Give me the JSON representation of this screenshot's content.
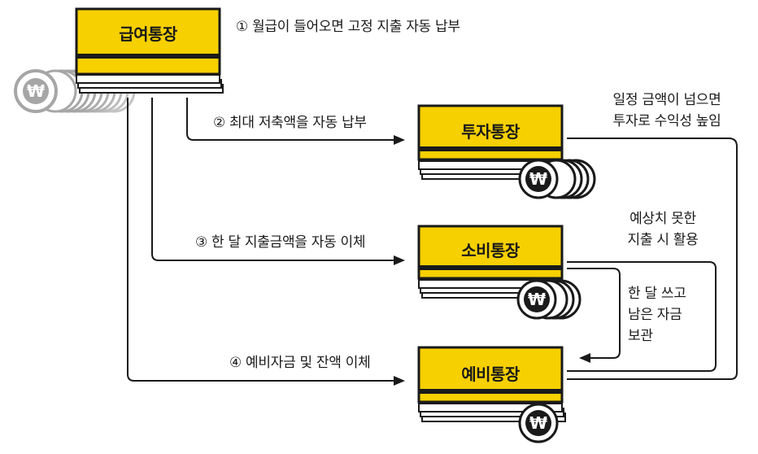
{
  "accounts": {
    "salary": "급여통장",
    "invest": "투자통장",
    "spend": "소비통장",
    "reserve": "예비통장"
  },
  "steps": {
    "s1": "① 월급이 들어오면 고정 지출 자동 납부",
    "s2": "② 최대 저축액을 자동 납부",
    "s3": "③ 한 달 지출금액을 자동 이체",
    "s4": "④ 예비자금 및 잔액 이체"
  },
  "notes": {
    "invest": [
      "일정 금액이 넘으면",
      "투자로 수익성 높임"
    ],
    "spend": [
      "예상치 못한",
      "지출 시 활용"
    ],
    "leftover": [
      "한 달 쓰고",
      "남은 자금",
      "보관"
    ]
  },
  "coin_symbol": "₩",
  "colors": {
    "account": "#f7d000",
    "ink": "#1a1a1a",
    "coin_gray": "#a6a6a6"
  }
}
